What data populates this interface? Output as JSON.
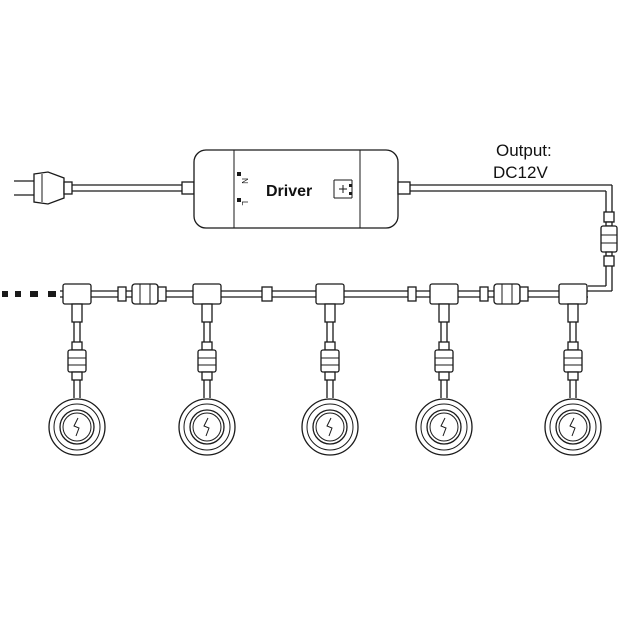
{
  "driver": {
    "label": "Driver",
    "terminal_n": "N",
    "terminal_l": "L"
  },
  "output": {
    "line1": "Output:",
    "line2": "DC12V"
  },
  "colors": {
    "line": "#1a1a1a",
    "background": "#ffffff"
  },
  "icons": {
    "plug": "mains-plug-icon",
    "light": "puck-light-icon",
    "lightning": "lightning-bolt-icon"
  }
}
